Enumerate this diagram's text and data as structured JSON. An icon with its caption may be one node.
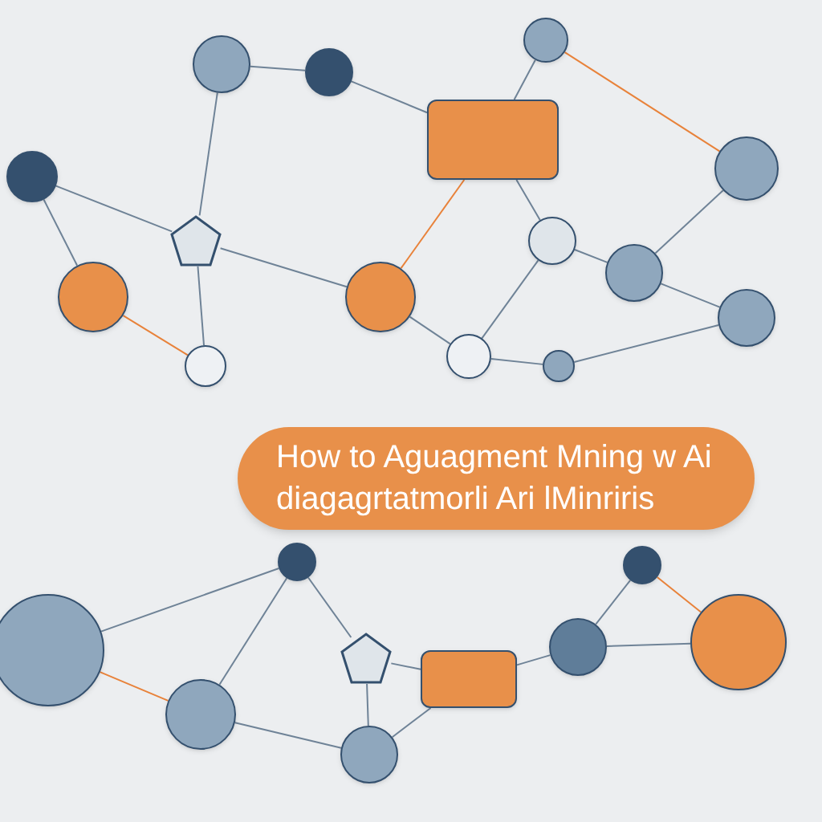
{
  "diagram": {
    "nodes": [
      {
        "text": [
          "How to Aguagment Mning w Ai diagagrtatmorli Ari lMinriris"
        ]
      },
      {
        "text": [],
        "shape": "circle"
      },
      {
        "text": [],
        "shape": "circle"
      },
      {
        "text": [],
        "shape": "circle"
      },
      {
        "text": [],
        "shape": "box"
      },
      {
        "text": [],
        "shape": "circle"
      },
      {
        "text": [],
        "shape": "circle"
      },
      {
        "text": [],
        "shape": "pentagon"
      },
      {
        "text": [],
        "shape": "circle"
      },
      {
        "text": [],
        "shape": "circle"
      },
      {
        "text": [],
        "shape": "circle"
      },
      {
        "text": [],
        "shape": "circle"
      },
      {
        "text": [],
        "shape": "circle"
      },
      {
        "text": [],
        "shape": "circle"
      },
      {
        "text": [],
        "shape": "circle"
      },
      {
        "text": [],
        "shape": "circle"
      },
      {
        "text": [],
        "shape": "circle"
      },
      {
        "text": [],
        "shape": "circle"
      },
      {
        "text": [],
        "shape": "circle"
      },
      {
        "text": [],
        "shape": "pentagon"
      },
      {
        "text": [],
        "shape": "box"
      },
      {
        "text": [],
        "shape": "circle"
      },
      {
        "text": [],
        "shape": "circle"
      },
      {
        "text": [],
        "shape": "circle"
      },
      {
        "text": [],
        "shape": "circle"
      }
    ],
    "edges": [
      {
        "from": 1,
        "to": 2,
        "arrow": "none"
      },
      {
        "from": 2,
        "to": 4,
        "arrow": "none"
      },
      {
        "from": 1,
        "to": 7,
        "arrow": "none"
      },
      {
        "from": 6,
        "to": 7,
        "arrow": "none"
      },
      {
        "from": 6,
        "to": 9,
        "arrow": "none"
      },
      {
        "from": 7,
        "to": 12,
        "arrow": "none"
      },
      {
        "from": 9,
        "to": 12,
        "arrow": "none",
        "color": "#e8823a"
      },
      {
        "from": 7,
        "to": 10,
        "arrow": "none"
      },
      {
        "from": 4,
        "to": 10,
        "arrow": "none",
        "color": "#e8823a"
      },
      {
        "from": 4,
        "to": 8,
        "arrow": "none"
      },
      {
        "from": 3,
        "to": 4,
        "arrow": "none"
      },
      {
        "from": 3,
        "to": 5,
        "arrow": "none",
        "color": "#e8823a"
      },
      {
        "from": 8,
        "to": 11,
        "arrow": "none"
      },
      {
        "from": 5,
        "to": 11,
        "arrow": "none"
      },
      {
        "from": 11,
        "to": 14,
        "arrow": "none"
      },
      {
        "from": 10,
        "to": 13,
        "arrow": "none"
      },
      {
        "from": 13,
        "to": 15,
        "arrow": "none"
      },
      {
        "from": 8,
        "to": 13,
        "arrow": "none"
      },
      {
        "from": 15,
        "to": 14,
        "arrow": "none"
      },
      {
        "from": 16,
        "to": 18,
        "arrow": "none"
      },
      {
        "from": 16,
        "to": 19,
        "arrow": "none"
      },
      {
        "from": 16,
        "to": 23,
        "arrow": "none"
      },
      {
        "from": 19,
        "to": 20,
        "arrow": "none"
      },
      {
        "from": 20,
        "to": 21,
        "arrow": "none"
      },
      {
        "from": 21,
        "to": 17,
        "arrow": "none"
      },
      {
        "from": 17,
        "to": 22,
        "arrow": "none",
        "color": "#e8823a"
      },
      {
        "from": 19,
        "to": 24,
        "arrow": "none"
      },
      {
        "from": 23,
        "to": 24,
        "arrow": "none"
      },
      {
        "from": 18,
        "to": 23,
        "arrow": "none",
        "color": "#e8823a"
      },
      {
        "from": 20,
        "to": 24,
        "arrow": "none"
      },
      {
        "from": 21,
        "to": 22,
        "arrow": "none"
      }
    ]
  }
}
